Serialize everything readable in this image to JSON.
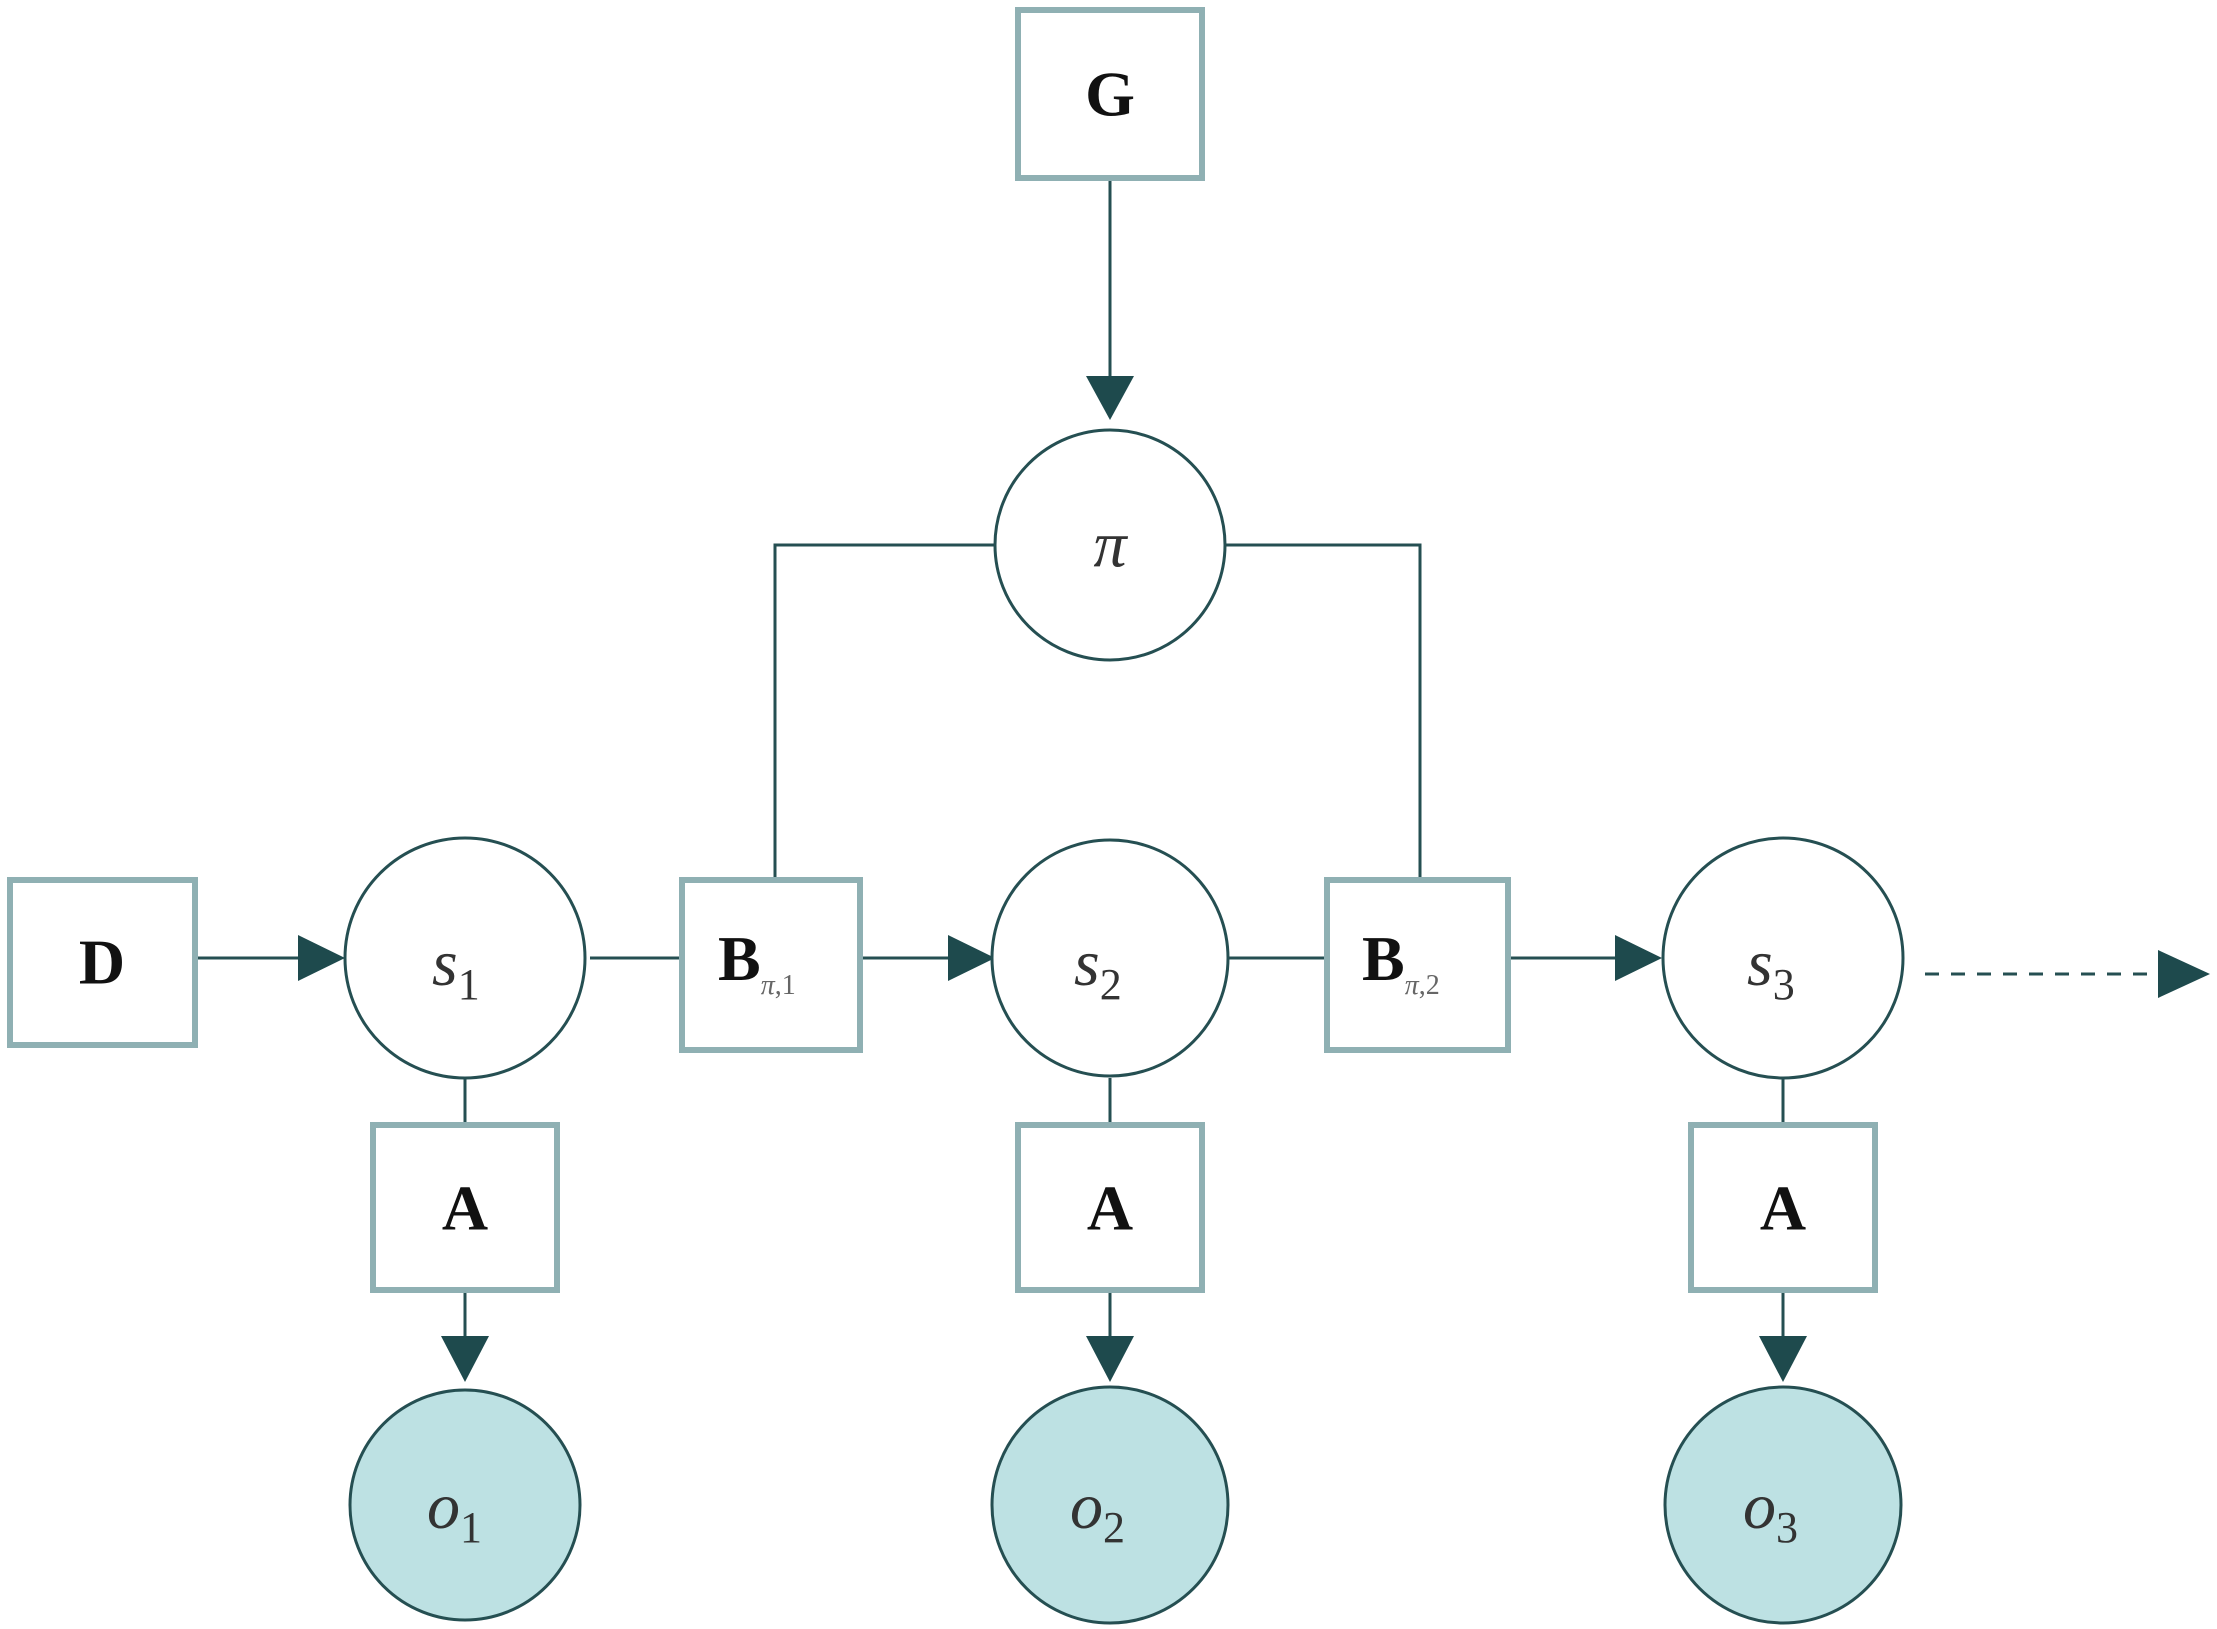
{
  "nodes": {
    "G": {
      "label": "G"
    },
    "pi": {
      "label": "π"
    },
    "D": {
      "label": "D"
    },
    "s1": {
      "label": "s",
      "sub": "1"
    },
    "s2": {
      "label": "s",
      "sub": "2"
    },
    "s3": {
      "label": "s",
      "sub": "3"
    },
    "B1": {
      "label": "B",
      "sub_var": "π",
      "sub_idx": ",1"
    },
    "B2": {
      "label": "B",
      "sub_var": "π",
      "sub_idx": ",2"
    },
    "A1": {
      "label": "A"
    },
    "A2": {
      "label": "A"
    },
    "A3": {
      "label": "A"
    },
    "o1": {
      "label": "o",
      "sub": "1"
    },
    "o2": {
      "label": "o",
      "sub": "2"
    },
    "o3": {
      "label": "o",
      "sub": "3"
    }
  },
  "colors": {
    "box_stroke": "#8fb0b3",
    "edge": "#254f52",
    "observed_fill": "#bde1e3"
  }
}
